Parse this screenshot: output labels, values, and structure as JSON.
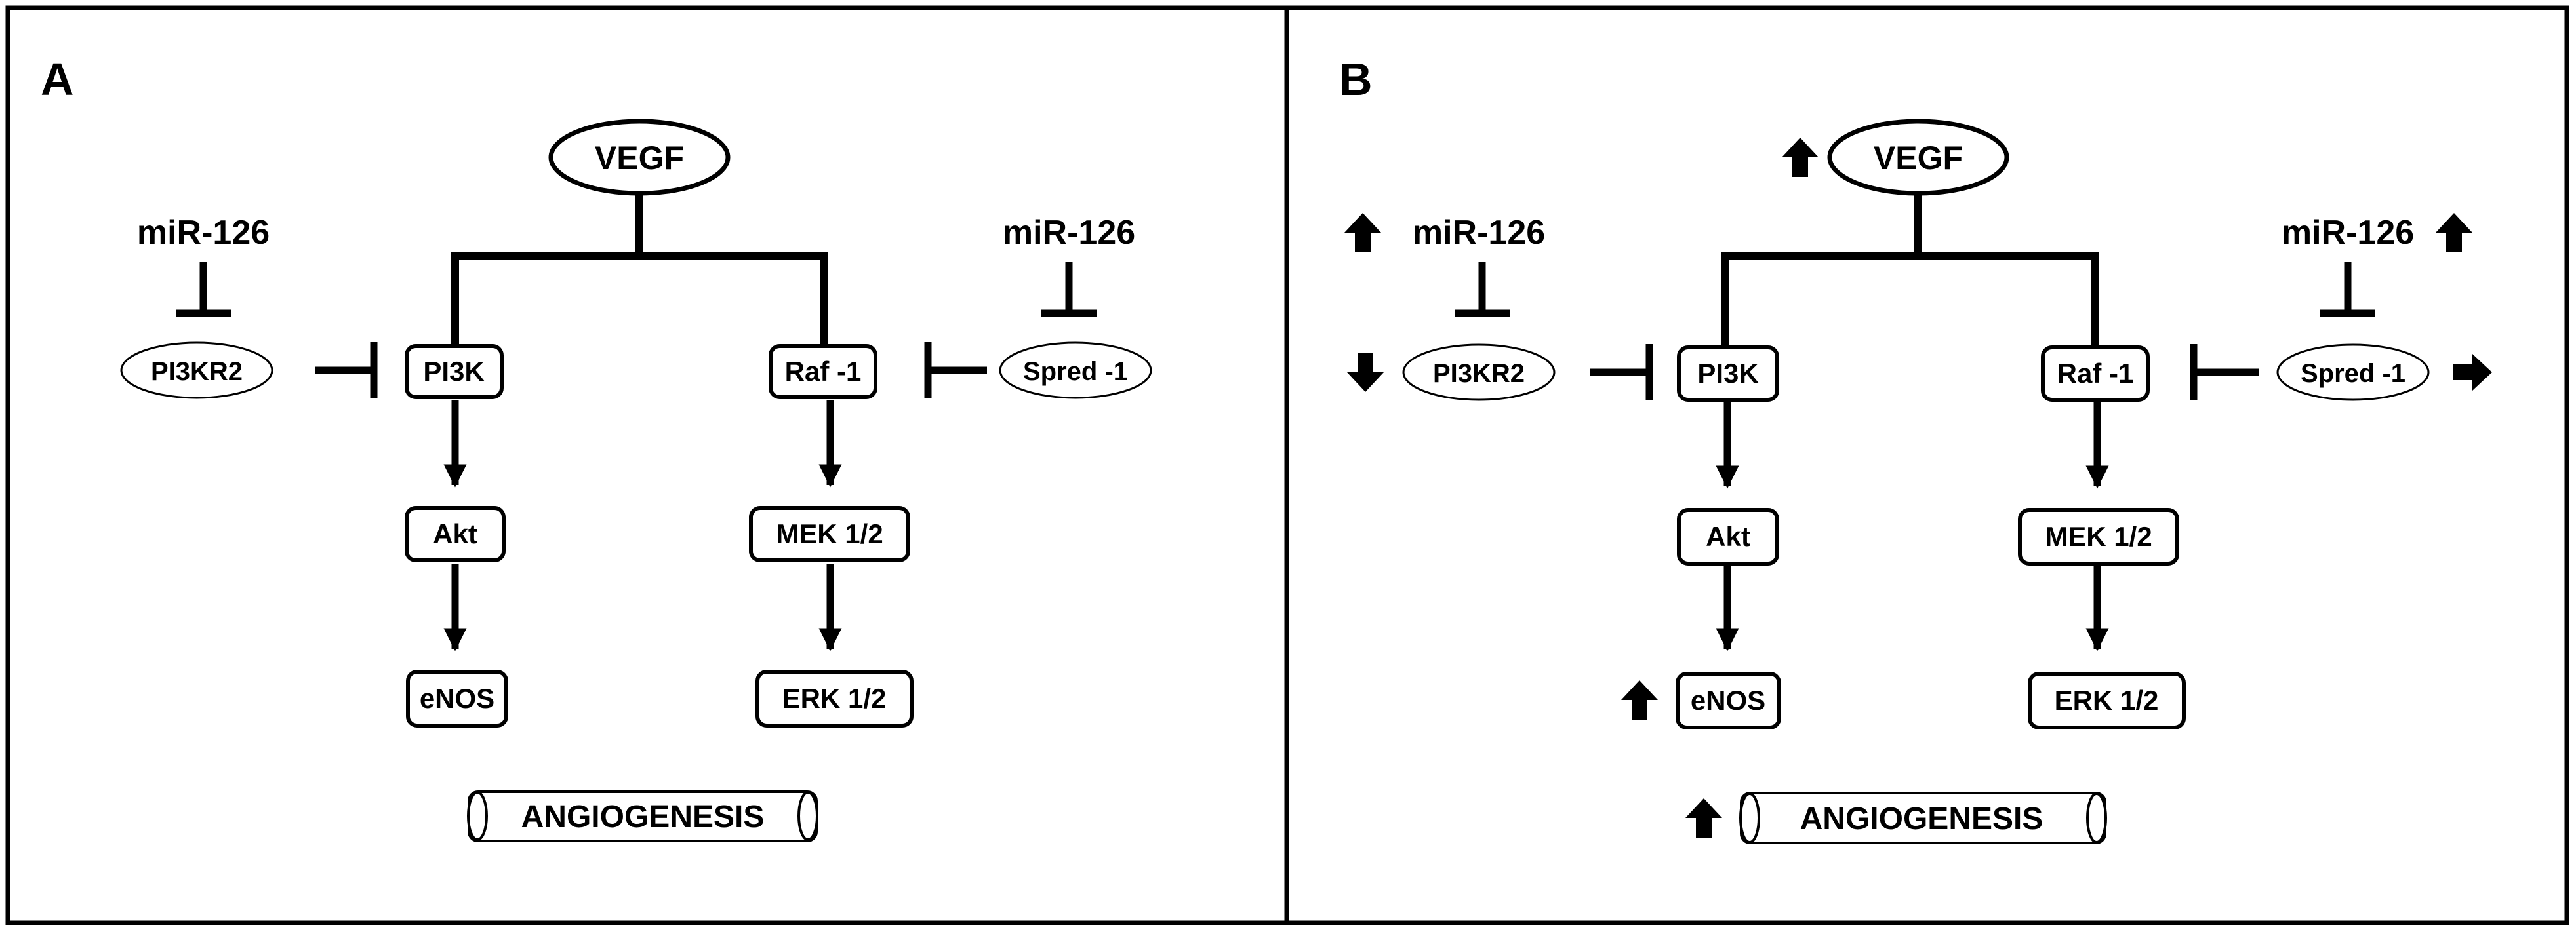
{
  "panel_a": {
    "label": "A",
    "vegf": "VEGF",
    "mir_left": "miR-126",
    "mir_right": "miR-126",
    "pi3kr2": "PI3KR2",
    "spred": "Spred -1",
    "pi3k": "PI3K",
    "raf": "Raf -1",
    "akt": "Akt",
    "mek": "MEK 1/2",
    "enos": "eNOS",
    "erk": "ERK 1/2",
    "angiogenesis": "ANGIOGENESIS"
  },
  "panel_b": {
    "label": "B",
    "vegf": "VEGF",
    "mir_left": "miR-126",
    "mir_right": "miR-126",
    "pi3kr2": "PI3KR2",
    "spred": "Spred -1",
    "pi3k": "PI3K",
    "raf": "Raf -1",
    "akt": "Akt",
    "mek": "MEK 1/2",
    "enos": "eNOS",
    "erk": "ERK 1/2",
    "angiogenesis": "ANGIOGENESIS",
    "indicators": {
      "vegf": "up-arrow-icon",
      "mir_left": "up-arrow-icon",
      "mir_right": "up-arrow-icon",
      "pi3kr2": "down-arrow-icon",
      "spred": "right-arrow-icon",
      "enos": "up-arrow-icon",
      "angiogenesis": "up-arrow-icon"
    }
  }
}
